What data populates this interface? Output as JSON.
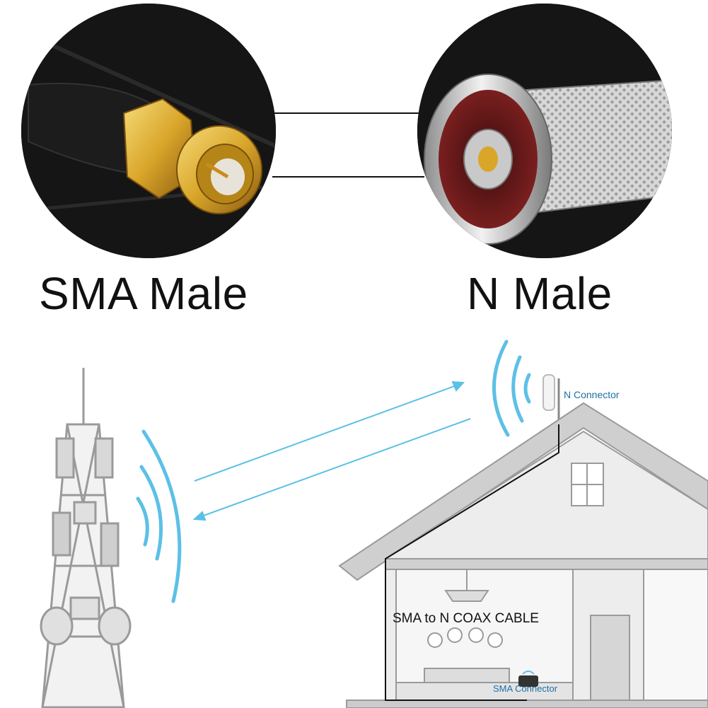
{
  "labels": {
    "sma_male": "SMA Male",
    "n_male": "N Male",
    "n_connector": "N Connector",
    "cable": "SMA to N COAX CABLE",
    "sma_connector": "SMA Connector"
  },
  "colors": {
    "signal_blue": "#5cc0e6",
    "connector_label_blue": "#1d6fa5",
    "gold": "#d9a62a",
    "silver": "#c9c9c9",
    "cable_black": "#111111",
    "building_gray": "#b5b5b5"
  },
  "icons": [
    "cell-tower",
    "signal-waves",
    "house",
    "router",
    "outdoor-antenna"
  ]
}
